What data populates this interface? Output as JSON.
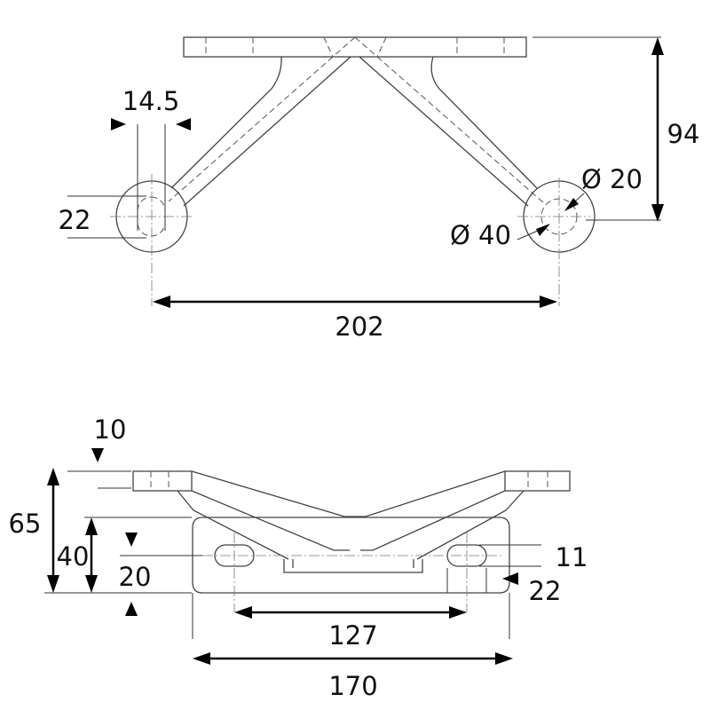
{
  "top_view": {
    "dim_hole_spacing": "202",
    "dim_height": "94",
    "dim_slot_width": "14.5",
    "dim_eye_height": "22",
    "dim_inner_diameter": "Ø 20",
    "dim_outer_diameter": "Ø 40"
  },
  "side_view": {
    "dim_plate_thickness": "10",
    "dim_total_height": "65",
    "dim_base_height": "40",
    "dim_slot_center_height": "20",
    "dim_slot_height": "11",
    "dim_slot_length": "22",
    "dim_slot_spacing": "127",
    "dim_base_width": "170"
  }
}
